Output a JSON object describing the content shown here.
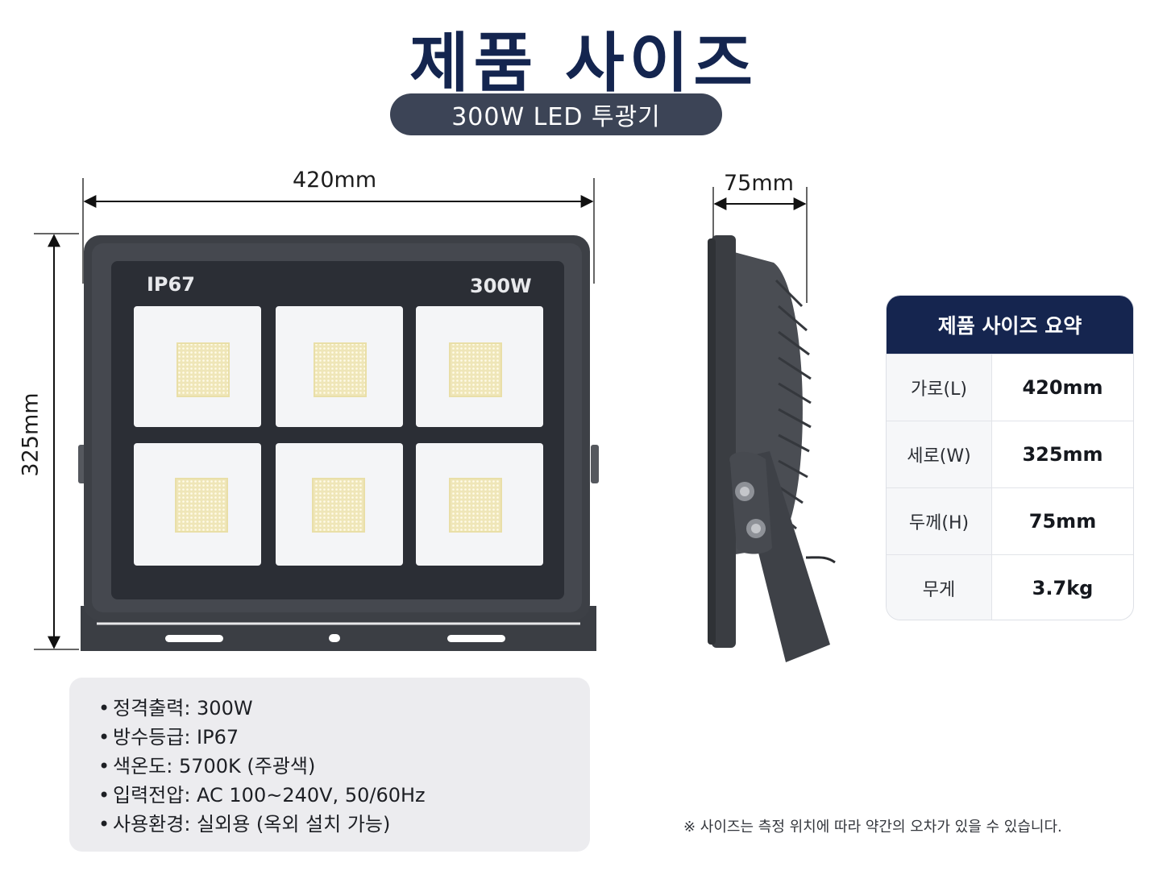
{
  "header": {
    "title": "제품 사이즈",
    "subtitle": "300W LED 투광기"
  },
  "dimensions": {
    "width": "420mm",
    "height": "325mm",
    "depth": "75mm"
  },
  "product_front": {
    "rating_label": "IP67",
    "power_label": "300W"
  },
  "summary": {
    "title": "제품 사이즈 요약",
    "rows": [
      {
        "label": "가로(L)",
        "value": "420mm"
      },
      {
        "label": "세로(W)",
        "value": "325mm"
      },
      {
        "label": "두께(H)",
        "value": "75mm"
      },
      {
        "label": "무게",
        "value": "3.7kg"
      }
    ]
  },
  "specs": [
    "정격출력: 300W",
    "방수등급: IP67",
    "색온도: 5700K (주광색)",
    "입력전압: AC 100~240V, 50/60Hz",
    "사용환경: 실외용 (옥외 설치 가능)"
  ],
  "note": "※ 사이즈는 측정 위치에 따라 약간의 오차가 있을 수 있습니다.",
  "colors": {
    "navy": "#15254f",
    "pill": "#3c4456",
    "housing": "#3a3d42",
    "led": "#f3ecc4"
  }
}
